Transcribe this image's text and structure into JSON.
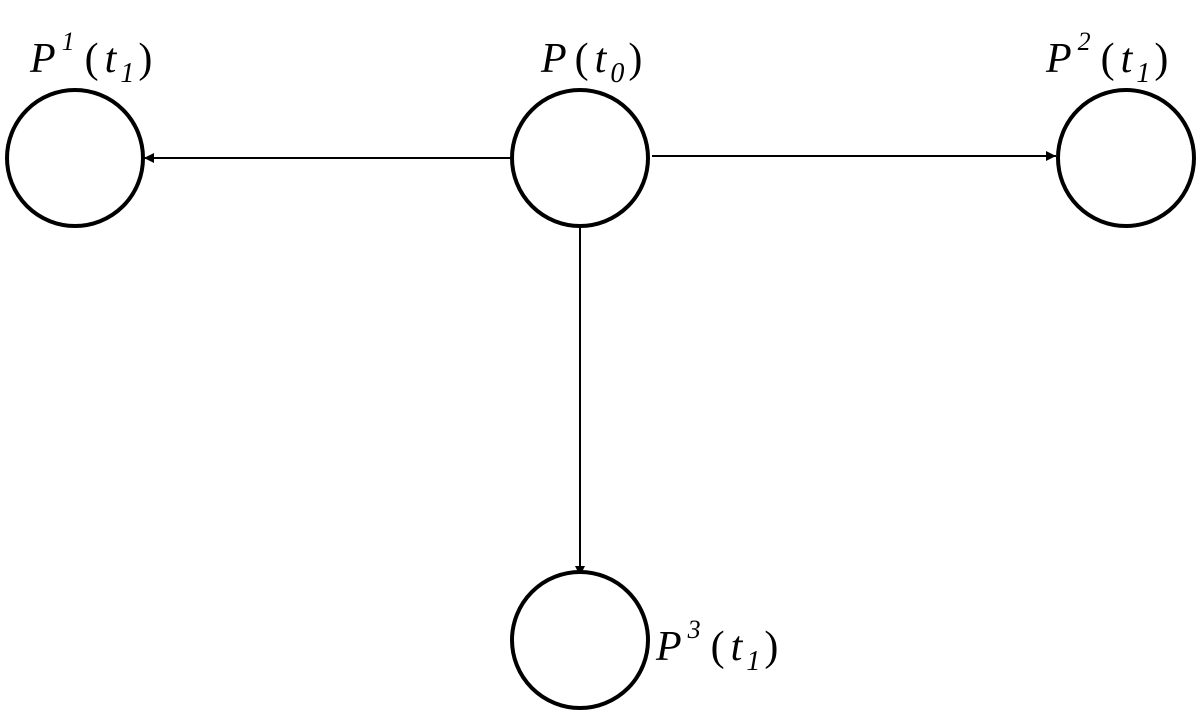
{
  "nodes": [
    {
      "id": "p0",
      "base": "P",
      "sup": "",
      "var": "t",
      "sub": "0"
    },
    {
      "id": "p1",
      "base": "P",
      "sup": "1",
      "var": "t",
      "sub": "1"
    },
    {
      "id": "p2",
      "base": "P",
      "sup": "2",
      "var": "t",
      "sub": "1"
    },
    {
      "id": "p3",
      "base": "P",
      "sup": "3",
      "var": "t",
      "sub": "1"
    }
  ],
  "edges": [
    {
      "from": "p0",
      "to": "p1"
    },
    {
      "from": "p0",
      "to": "p2"
    },
    {
      "from": "p0",
      "to": "p3"
    }
  ]
}
